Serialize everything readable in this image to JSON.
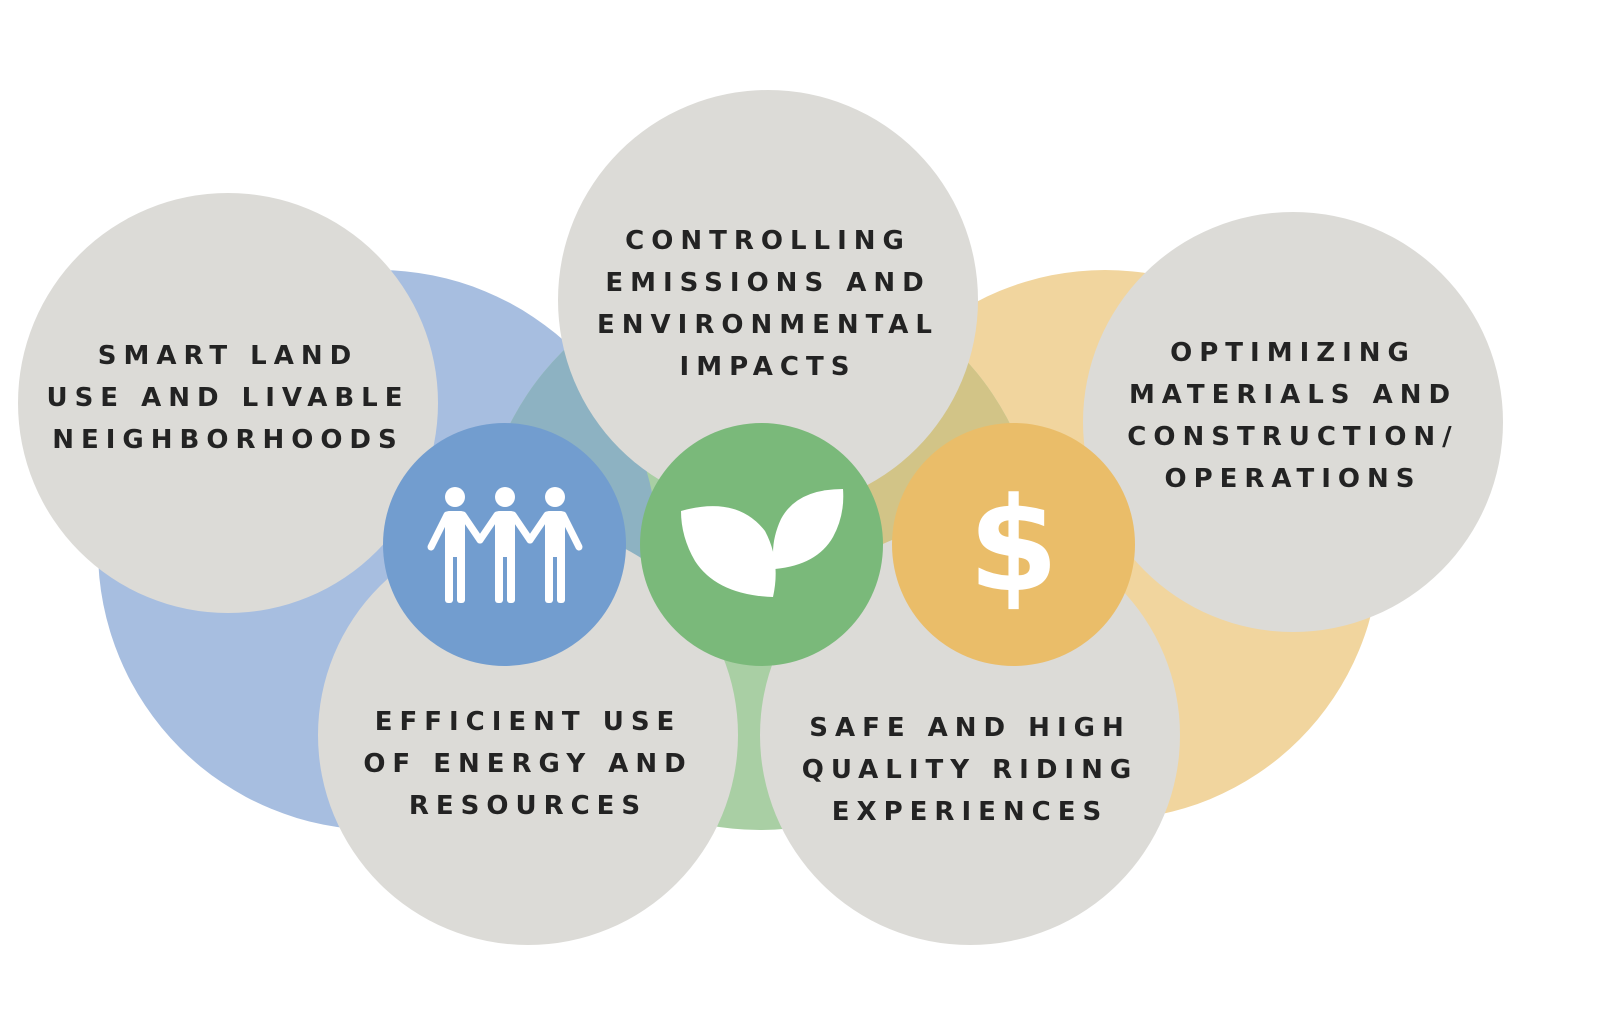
{
  "colors": {
    "background": "#ffffff",
    "grey_circle": "#dcdbd7",
    "blue_large": "#a7bee0",
    "teal_overlap": "#8db2c2",
    "green_large": "#a9cfa4",
    "olive_overlap": "#d2c487",
    "orange_large": "#f1d59e",
    "blue_icon": "#729dcf",
    "green_icon": "#7ab97a",
    "orange_icon": "#eabd69",
    "text": "#232323",
    "icon_white": "#ffffff"
  },
  "pillars": [
    {
      "id": "social",
      "color": "blue",
      "icon": "people-icon"
    },
    {
      "id": "environmental",
      "color": "green",
      "icon": "leaves-icon"
    },
    {
      "id": "economic",
      "color": "orange",
      "icon": "dollar-icon"
    }
  ],
  "icons": {
    "social_symbol": "",
    "economic_symbol": "$"
  },
  "goals": {
    "smart_land_use": [
      "SMART LAND",
      "USE AND LIVABLE",
      "NEIGHBORHOODS"
    ],
    "controlling_emissions": [
      "CONTROLLING",
      "EMISSIONS AND",
      "ENVIRONMENTAL",
      "IMPACTS"
    ],
    "optimizing_materials": [
      "OPTIMIZING",
      "MATERIALS AND",
      "CONSTRUCTION/",
      "OPERATIONS"
    ],
    "efficient_energy": [
      "EFFICIENT USE",
      "OF ENERGY AND",
      "RESOURCES"
    ],
    "safe_riding": [
      "SAFE AND HIGH",
      "QUALITY RIDING",
      "EXPERIENCES"
    ]
  }
}
